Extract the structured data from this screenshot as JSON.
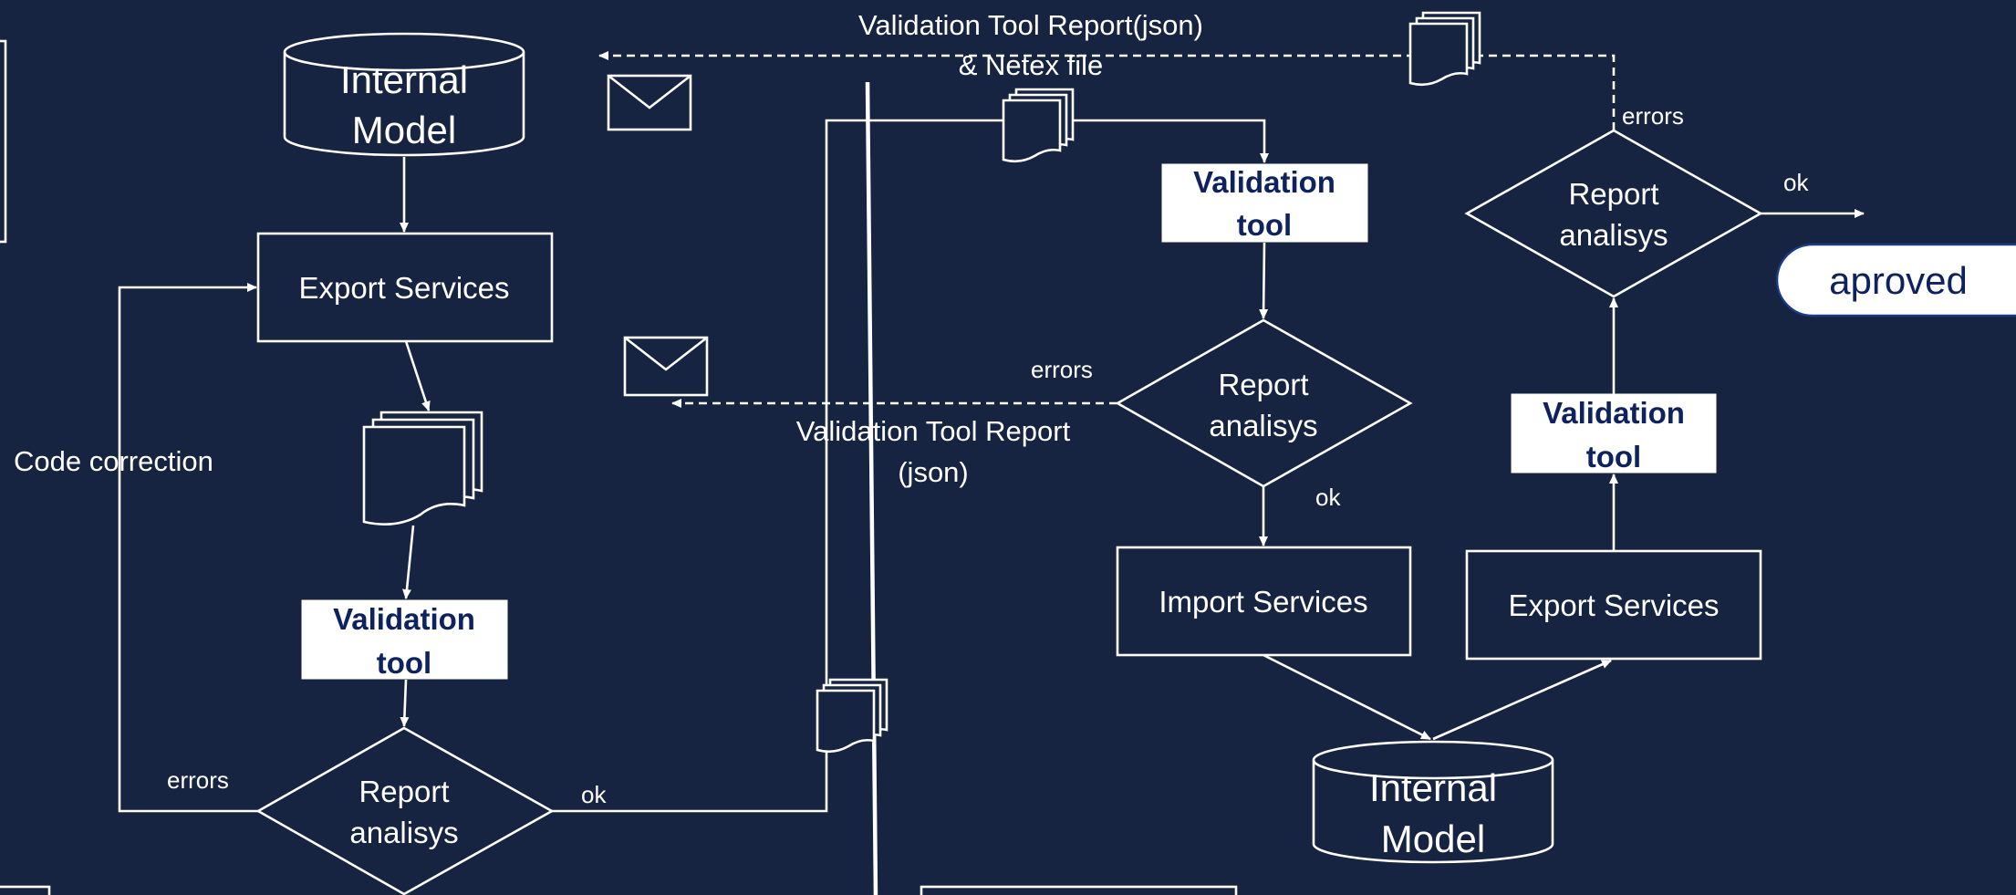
{
  "left_flow": {
    "internal_model": {
      "line1": "Internal",
      "line2": "Model"
    },
    "export_services": "Export Services",
    "validation_tool": {
      "line1": "Validation",
      "line2": "tool"
    },
    "report": {
      "line1": "Report",
      "line2": "analisys"
    },
    "errors_label": "errors",
    "ok_label": "ok",
    "code_correction": "Code correction"
  },
  "middle": {
    "top_report": {
      "line1": "Validation Tool Report(json)",
      "line2": "& Netex file"
    },
    "mid_report": {
      "line1": "Validation Tool Report",
      "line2": "(json)"
    }
  },
  "center_flow": {
    "validation_tool": {
      "line1": "Validation",
      "line2": "tool"
    },
    "report": {
      "line1": "Report",
      "line2": "analisys"
    },
    "errors_label": "errors",
    "ok_label": "ok",
    "import_services": "Import Services",
    "internal_model": {
      "line1": "Internal",
      "line2": "Model"
    }
  },
  "right_flow": {
    "export_services": "Export Services",
    "validation_tool": {
      "line1": "Validation",
      "line2": "tool"
    },
    "report": {
      "line1": "Report",
      "line2": "analisys"
    },
    "errors_label": "errors",
    "ok_label": "ok",
    "approved": "aproved"
  },
  "colors": {
    "background": "#162441",
    "line": "#ffffff",
    "tool_text": "#0e2260"
  }
}
